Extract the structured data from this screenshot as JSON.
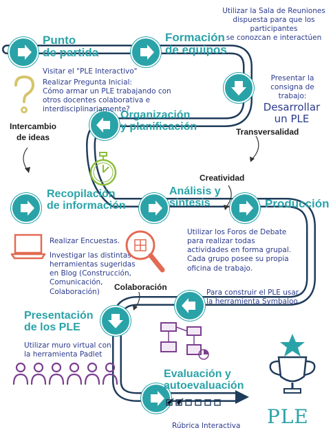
{
  "stages": {
    "punto_de_partida": "Punto\nde partida",
    "formacion_equipos": "Formación\nde equipos",
    "organizacion": "Organización\ny planificación",
    "recopilacion": "Recopilación\nde información",
    "analisis": "Análisis y\nsíntesis",
    "produccion": "Producción",
    "presentacion": "Presentación\nde los PLE",
    "evaluacion": "Evaluación y\nautoevaluación"
  },
  "notes": {
    "sala_reuniones": "Utilizar la Sala de Reuniones\ndispuesta para que los\nparticipantes\nse conozcan e interactúen",
    "ple_interactivo": "Visitar el \"PLE Interactivo\"",
    "pregunta_inicial": "Realizar Pregunta Inicial:\nCómo armar un PLE trabajando con\notros docentes colaborativa e\ninterdisciplinariamente?",
    "consigna": "Presentar la\nconsigna de\ntrabajo:",
    "desarrollar": "Desarrollar\nun PLE",
    "foros": "Utilizar los Foros de Debate\npara realizar todas\nactividades en forma grupal.\nCada grupo posee su propia\noficina de trabajo.",
    "encuestas": "Realizar Encuestas.",
    "investigar": "Investigar las distintas\nherramientas sugeridas\nen Blog (Construcción,\nComunicación,\nColaboración)",
    "symbaloo": "Para construir el PLE usar\nla herramienta Symbaloo",
    "padlet": "Utilizar muro virtual con\nla herramienta Padlet",
    "rubrica": "Rúbrica Interactiva"
  },
  "keywords": {
    "intercambio": "Intercambio\nde ideas",
    "transversalidad": "Transversalidad",
    "creatividad": "Creatividad",
    "colaboracion": "Colaboración"
  },
  "ple_label": "PLE",
  "colors": {
    "teal": "#2aa3a8",
    "navy": "#1f3b5a",
    "note": "#2b3a8c",
    "question": "#d6c46a",
    "coral": "#e36a52",
    "purple": "#7a3e8e",
    "green": "#8bbd3d"
  },
  "icons": [
    "question-mark-icon",
    "stopwatch-icon",
    "laptop-icon",
    "magnifier-icon",
    "flowchart-icon",
    "people-icon",
    "checklist-icon",
    "trophy-icon",
    "star-icon",
    "arrow-right-icon",
    "arrow-down-icon",
    "arrow-left-icon"
  ]
}
